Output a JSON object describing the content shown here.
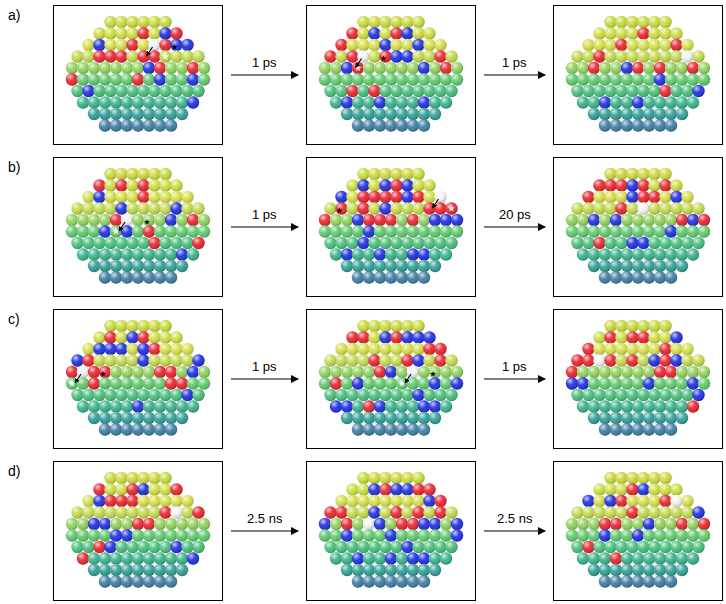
{
  "diagram": {
    "labels": [
      "a)",
      "1 ps",
      "1 ps",
      "b)",
      "1 ps",
      "20 ps",
      "c)",
      "1 ps",
      "1 ps",
      "d)",
      "2.5 ns",
      "2.5 ns"
    ]
  }
}
